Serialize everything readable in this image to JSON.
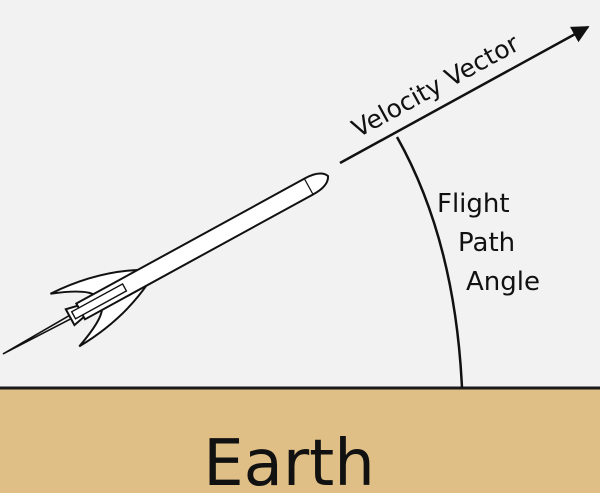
{
  "labels": {
    "velocity_vector": "Velocity Vector",
    "flight_path_angle": [
      "Flight",
      "Path",
      "Angle"
    ],
    "ground": "Earth"
  },
  "colors": {
    "background": "#f2f2f2",
    "ground": "#dfbf86",
    "ground_edge": "#1a1a1a",
    "ink": "#111111",
    "rocket_fill": "#ffffff"
  }
}
